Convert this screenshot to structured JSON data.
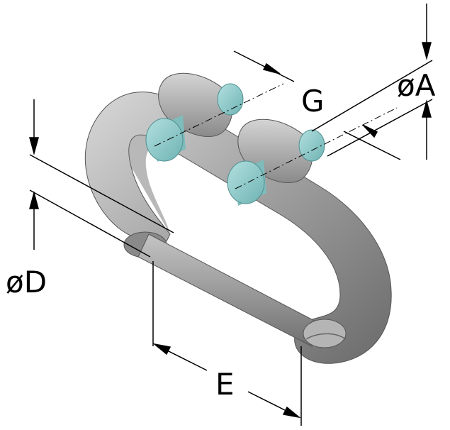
{
  "diagram": {
    "labels": {
      "dim_a": "øA",
      "dim_d": "øD",
      "dim_e": "E",
      "dim_g": "G"
    },
    "colors": {
      "body": "#9a9a9a",
      "body_dark": "#6d6d6d",
      "body_light": "#d6d6d6",
      "pin": "#8ec9c9",
      "pin_dark": "#5fa3a3",
      "line": "#000000",
      "background": "#ffffff"
    }
  }
}
